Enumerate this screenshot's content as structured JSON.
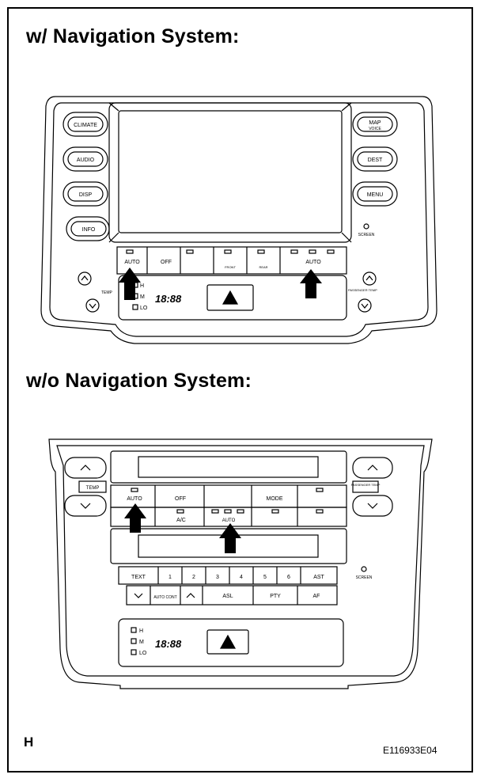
{
  "headings": {
    "with_nav": "w/ Navigation System:",
    "without_nav": "w/o Navigation System:"
  },
  "corner_letter": "H",
  "figure_id": "E116933E04",
  "panel1": {
    "left_buttons": [
      "CLIMATE",
      "AUDIO",
      "DISP",
      "INFO"
    ],
    "right_buttons": [
      "MAP",
      "DEST",
      "MENU"
    ],
    "map_sub": "VOICE",
    "screen": "SCREEN",
    "temp": "TEMP",
    "passenger_temp": "PASSENGER TEMP",
    "bottom_row": [
      "AUTO",
      "OFF",
      "FRONT",
      "REAR",
      "AUTO"
    ],
    "fan_levels": [
      "H",
      "M",
      "LO"
    ],
    "clock": "18:88"
  },
  "panel2": {
    "temp": "TEMP",
    "passenger_temp": "PASSENGER TEMP",
    "row1": [
      "AUTO",
      "OFF",
      "MODE"
    ],
    "row2": [
      "A/C",
      "AUTO"
    ],
    "num_row": [
      "TEXT",
      "1",
      "2",
      "3",
      "4",
      "5",
      "6",
      "AST"
    ],
    "bottom_row": [
      "AUTO CONT",
      "ASL",
      "PTY",
      "AF"
    ],
    "screen": "SCREEN",
    "fan_levels": [
      "H",
      "M",
      "LO"
    ],
    "clock": "18:88"
  }
}
